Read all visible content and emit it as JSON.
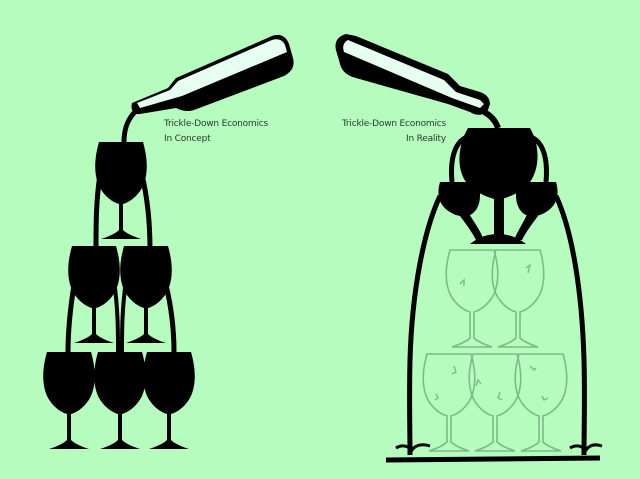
{
  "illustration": {
    "background_color": "#b6fcbf",
    "ink_color": "#000000",
    "bottle_highlight_color": "#e6fff0",
    "empty_glass_stroke_color": "#7fb88a",
    "left_panel": {
      "caption_line1": "Trickle-Down Economics",
      "caption_line2": "In Concept",
      "glass_rows": [
        1,
        2,
        3
      ],
      "glasses_state": "full"
    },
    "right_panel": {
      "caption_line1": "Trickle-Down Economics",
      "caption_line2": "In Reality",
      "top_glasses": 3,
      "top_glasses_state": "full",
      "lower_rows": [
        2,
        3
      ],
      "lower_glasses_state": "empty-cracked"
    }
  }
}
